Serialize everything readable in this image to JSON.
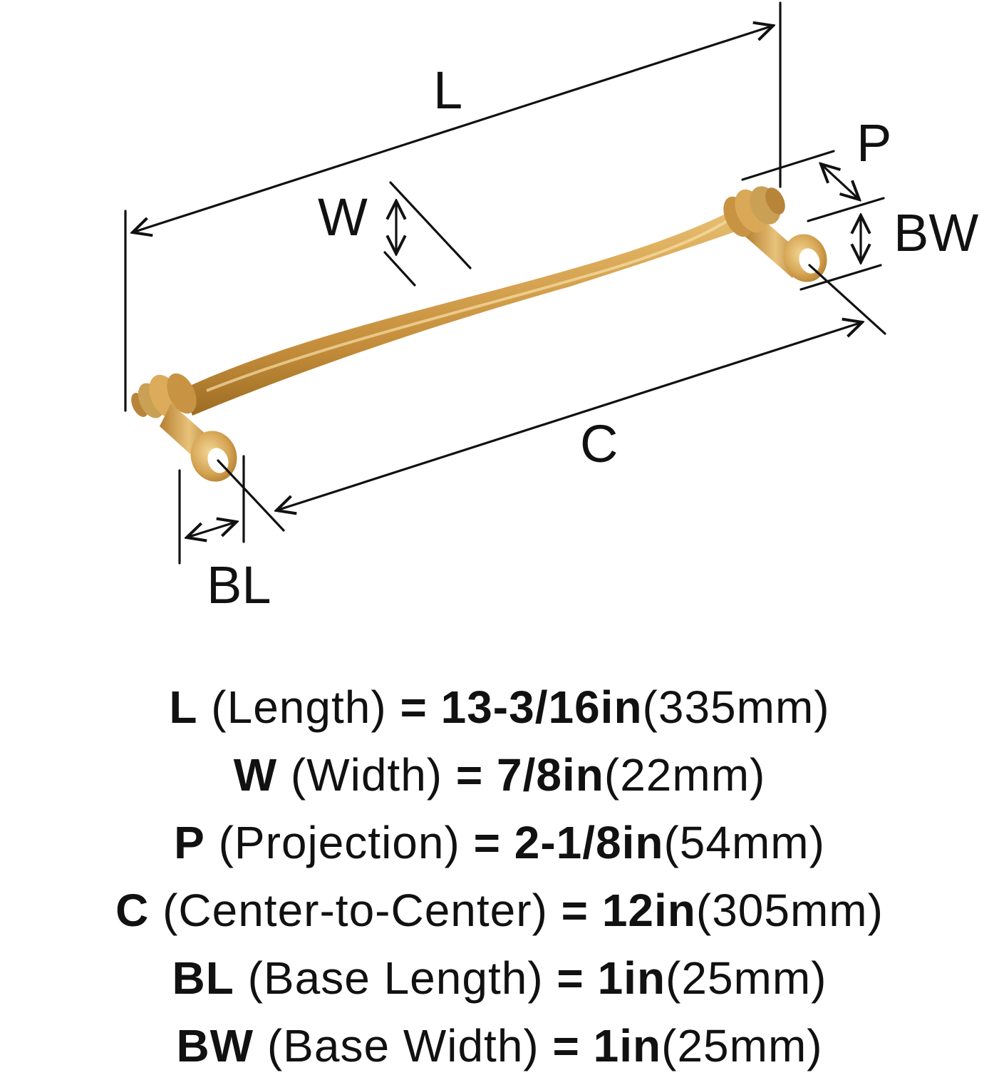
{
  "diagram": {
    "labels": {
      "L": "L",
      "W": "W",
      "P": "P",
      "BW": "BW",
      "C": "C",
      "BL": "BL"
    },
    "colors": {
      "brass_light": "#e2b86a",
      "brass_mid": "#c9953f",
      "brass_dark": "#9a6a22",
      "line": "#111111"
    }
  },
  "specs": [
    {
      "abbr": "L",
      "name": "(Length)",
      "eq": "=",
      "imperial": "13-3/16in",
      "metric": "(335mm)"
    },
    {
      "abbr": "W",
      "name": "(Width)",
      "eq": "=",
      "imperial": "7/8in",
      "metric": "(22mm)"
    },
    {
      "abbr": "P",
      "name": "(Projection)",
      "eq": "=",
      "imperial": "2-1/8in",
      "metric": "(54mm)"
    },
    {
      "abbr": "C",
      "name": "(Center-to-Center)",
      "eq": "=",
      "imperial": "12in",
      "metric": "(305mm)"
    },
    {
      "abbr": "BL",
      "name": "(Base Length)",
      "eq": "=",
      "imperial": "1in",
      "metric": "(25mm)"
    },
    {
      "abbr": "BW",
      "name": "(Base Width)",
      "eq": "=",
      "imperial": "1in",
      "metric": "(25mm)"
    }
  ]
}
